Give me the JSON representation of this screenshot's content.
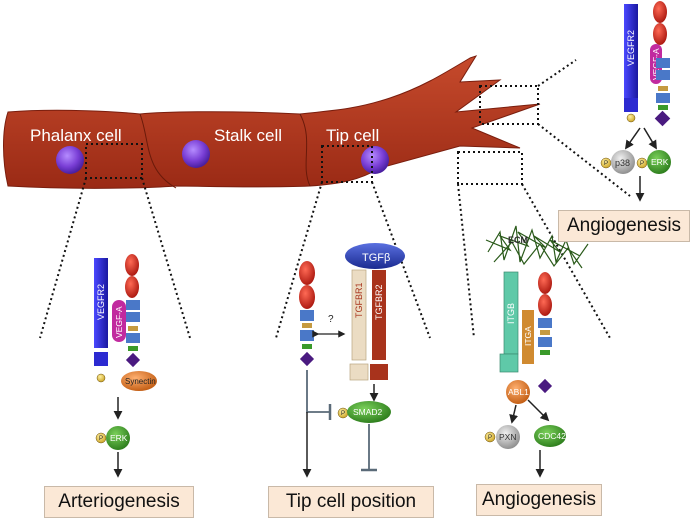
{
  "cells": {
    "phalanx": "Phalanx cell",
    "stalk": "Stalk cell",
    "tip": "Tip cell"
  },
  "labels": {
    "vegfr2": "VEGFR2",
    "vegfa": "VEGF-A",
    "synectin": "Synectin",
    "erk": "ERK",
    "p38": "p38",
    "tgfb": "TGFβ",
    "tgfbr1": "TGFBR1",
    "tgfbr2": "TGFBR2",
    "smad2": "SMAD2",
    "question": "?",
    "ecm": "ECM",
    "itgb": "ITGB",
    "itga": "ITGA",
    "abl1": "ABL1",
    "pxn": "PXN",
    "cdc42": "CDC42",
    "phospho": "P"
  },
  "outcomes": {
    "arteriogenesis": "Arteriogenesis",
    "tip_position": "Tip cell position",
    "angiogenesis_bottom": "Angiogenesis",
    "angiogenesis_top": "Angiogenesis"
  },
  "colors": {
    "cell_body": "#a8331c",
    "nucleus": "#7a3fd6",
    "receptor_blue": "#2c2ad1",
    "vegfa_magenta": "#c12a9f",
    "ligand_red": "#c0201a",
    "kinase_blue": "#4a78c8",
    "green": "#3a9a2a",
    "orange": "#e07a20",
    "outcome_bg": "#fbe8d6"
  }
}
